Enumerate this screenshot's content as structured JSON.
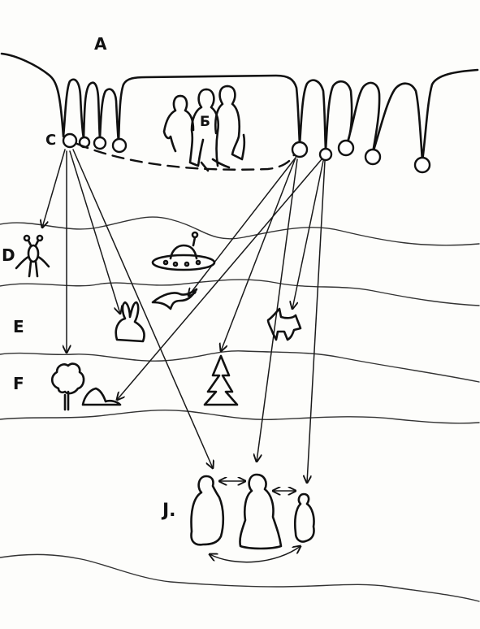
{
  "labels": {
    "A": "A",
    "B": "Б",
    "C": "C",
    "D": "D",
    "E": "E",
    "F": "F",
    "J": "J."
  },
  "colors": {
    "ink": "#111111",
    "paper": "#fdfdfb"
  },
  "figures": {
    "left_group": [
      "person-with-antenna-icon",
      "rabbit-icon",
      "tree-icon"
    ],
    "right_group": [
      "ufo-icon",
      "bird-icon",
      "fox-icon",
      "fir-tree-icon",
      "rock-icon"
    ],
    "family": [
      "adult-figure-icon",
      "robed-figure-icon",
      "child-figure-icon"
    ]
  }
}
